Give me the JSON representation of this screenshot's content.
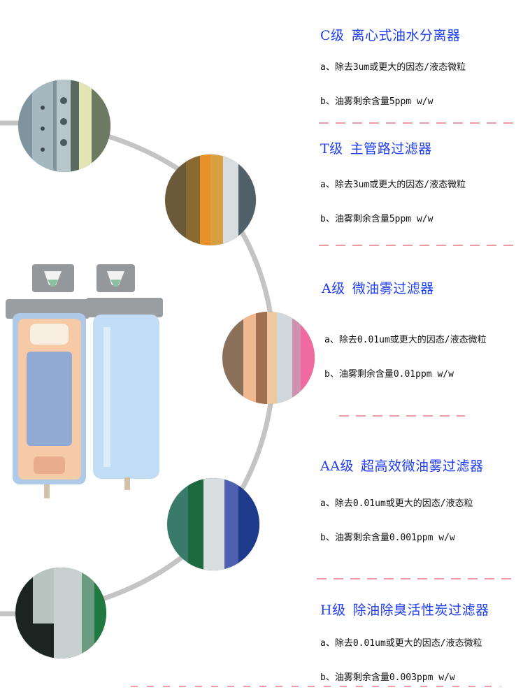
{
  "sections": [
    {
      "grade": "C级",
      "name": "离心式油水分离器",
      "item_a": "a、除去3um或更大的因态/液态微粒",
      "item_b": "b、油雾剩余含量5ppm w/w"
    },
    {
      "grade": "T级",
      "name": "主管路过滤器",
      "item_a": "a、除去3um或更大的因态/液态微粒",
      "item_b": "b、油雾剩余含量5ppm w/w"
    },
    {
      "grade": "A级",
      "name": "微油雾过滤器",
      "item_a": "a、除去0.01um或更大的因态/液态微粒",
      "item_b": "b、油雾剩余含量0.01ppm w/w"
    },
    {
      "grade": "AA级",
      "name": "超高效微油雾过滤器",
      "item_a": "a、除去0.01um或更大的因态/液态粒",
      "item_b": "b、油雾剩余含量0.001ppm w/w"
    },
    {
      "grade": "H级",
      "name": "除油除臭活性炭过滤器",
      "item_a": "a、除去0.01um或更大的因态/液态微粒",
      "item_b": "b、油雾剩余含量0.003ppm w/w"
    }
  ],
  "images": {
    "product": "compressed-air-filter-cutaway",
    "media_circles": [
      "C-grade-filter-media",
      "T-grade-filter-media",
      "A-grade-filter-media",
      "AA-grade-filter-media",
      "H-grade-filter-media"
    ]
  },
  "colors": {
    "title": "#1e3df0",
    "text": "#111111",
    "dash": "#ef9aa6",
    "arc": "#c4c4c4"
  }
}
